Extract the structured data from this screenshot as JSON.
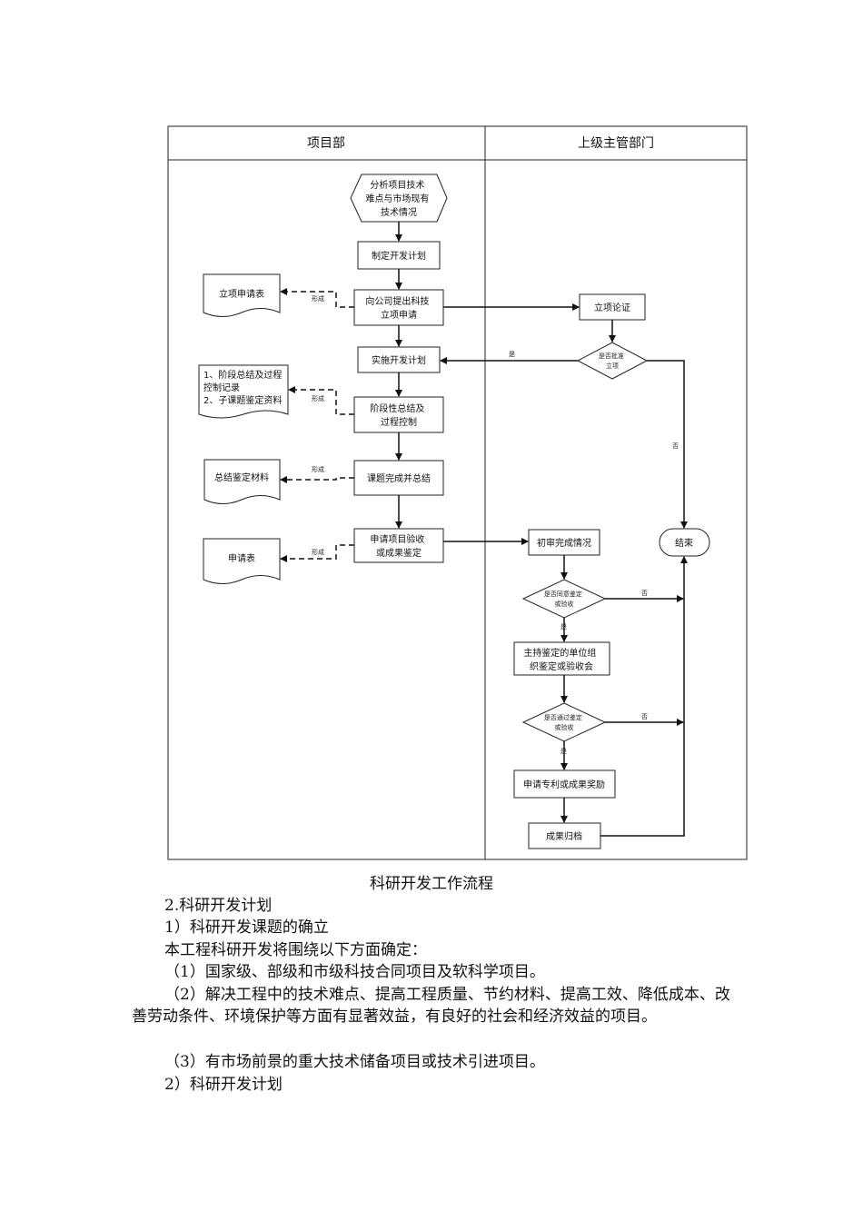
{
  "diagram": {
    "lanes": {
      "left": "项目部",
      "right": "上级主管部门"
    },
    "nodes": {
      "analyze": [
        "分析项目技术",
        "难点与市场现有",
        "技术情况"
      ],
      "plan": [
        "制定开发计划"
      ],
      "apply": [
        "向公司提出科技",
        "立项申请"
      ],
      "implement": [
        "实施开发计划"
      ],
      "stage": [
        "阶段性总结及",
        "过程控制"
      ],
      "complete": [
        "课题完成并总结"
      ],
      "accept_apply": [
        "申请项目验收",
        "或成果鉴定"
      ],
      "approve_proj": [
        "立项论证"
      ],
      "approve_q": [
        "是否批准",
        "立项"
      ],
      "end": [
        "结束"
      ],
      "initial_review": [
        "初审完成情况"
      ],
      "agree_q": [
        "是否同意鉴定",
        "或验收"
      ],
      "host": [
        "主持鉴定的单位组",
        "织鉴定或验收会"
      ],
      "pass_q": [
        "是否通过鉴定",
        "或验收"
      ],
      "patent": [
        "申请专利或成果奖励"
      ],
      "archive": [
        "成果归档"
      ]
    },
    "docs": {
      "doc1": [
        "立项申请表"
      ],
      "doc2": [
        "1、阶段总结及过程",
        "控制记录",
        "2、子课题鉴定资料"
      ],
      "doc3": [
        "总结鉴定材料"
      ],
      "doc4": [
        "申请表"
      ]
    },
    "edge_labels": {
      "form": "形成",
      "yes": "是",
      "no": "否"
    }
  },
  "caption": "科研开发工作流程",
  "paragraphs": [
    "2.科研开发计划",
    "1）科研开发课题的确立",
    "本工程科研开发将围绕以下方面确定：",
    "（1）国家级、部级和市级科技合同项目及软科学项目。",
    "（2）解决工程中的技术难点、提高工程质量、节约材料、提高工效、降低成本、改善劳动条件、环境保护等方面有显著效益，有良好的社会和经济效益的项目。",
    "（3）有市场前景的重大技术储备项目或技术引进项目。",
    "2）科研开发计划"
  ]
}
